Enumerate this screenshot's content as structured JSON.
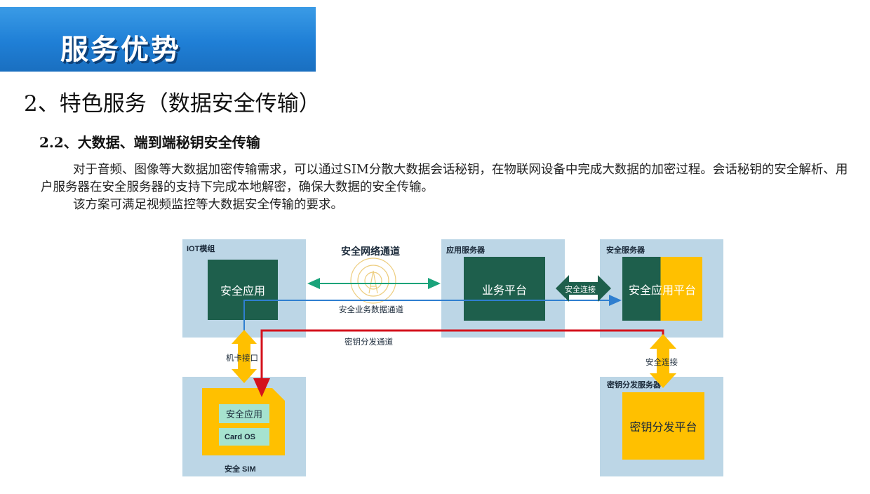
{
  "banner": {
    "title": "服务优势"
  },
  "heading": "2、特色服务（数据安全传输）",
  "subheading": "2.2、大数据、端到端秘钥安全传输",
  "paragraph": {
    "line1": "对于音频、图像等大数据加密传输需求，可以通过SIM分散大数据会话秘钥，在物联网设备中完成大数据的加密过程。会话秘钥的安全解析、用户服务器在安全服务器的支持下完成本地解密，确保大数据的安全传输。",
    "line2": "该方案可满足视频监控等大数据安全传输的要求。"
  },
  "diagram": {
    "iot_module": {
      "label": "IOT模组",
      "box": "安全应用"
    },
    "app_server": {
      "label": "应用服务器",
      "box": "业务平台"
    },
    "security_server": {
      "label": "安全服务器",
      "box": "安全应用平台"
    },
    "key_server": {
      "label": "密钥分发服务器",
      "box": "密钥分发平台"
    },
    "sim": {
      "label": "安全 SIM",
      "app": "安全应用",
      "os": "Card OS"
    },
    "channels": {
      "secure_network": "安全网络通道",
      "business_data": "安全业务数据通道",
      "key_distribution": "密钥分发通道",
      "card_interface": "机卡接口",
      "secure_conn_h": "安全连接",
      "secure_conn_v": "安全连接"
    },
    "colors": {
      "panel": "#bcd6e6",
      "green": "#1e5f4c",
      "yellow": "#ffc000",
      "teal_line": "#19a37a",
      "blue_line": "#2f7fd0",
      "red_line": "#d4121c"
    }
  }
}
